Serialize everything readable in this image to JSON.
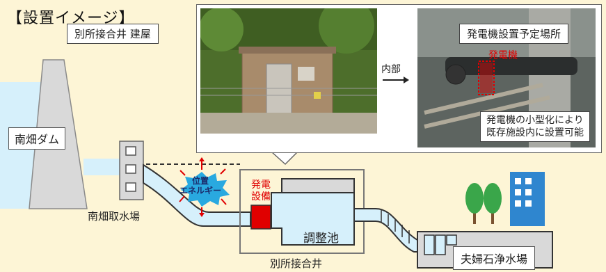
{
  "heading": "【設置イメージ】",
  "labels": {
    "dam": "南畑ダム",
    "intake": "南畑取水場",
    "branch": "別所接合井",
    "pond": "調整池",
    "plant": "夫婦石浄水場",
    "generator_line1": "発電",
    "generator_line2": "設備",
    "energy_line1": "位置",
    "energy_line2": "エネルギー"
  },
  "photos": {
    "building_caption": "別所接合井 建屋",
    "inside": "内部",
    "equipment_caption": "発電機設置予定場所",
    "generator": "発電機",
    "note_line1": "発電機の小型化により",
    "note_line2": "既存施設内に設置可能"
  },
  "colors": {
    "background": "#fdf5d6",
    "water": "#d6f0fb",
    "structure": "#d9d9d9",
    "generator": "#e00000",
    "energy_burst": "#29a9e0",
    "tree": "#3aa64a",
    "building": "#2f86cf"
  }
}
